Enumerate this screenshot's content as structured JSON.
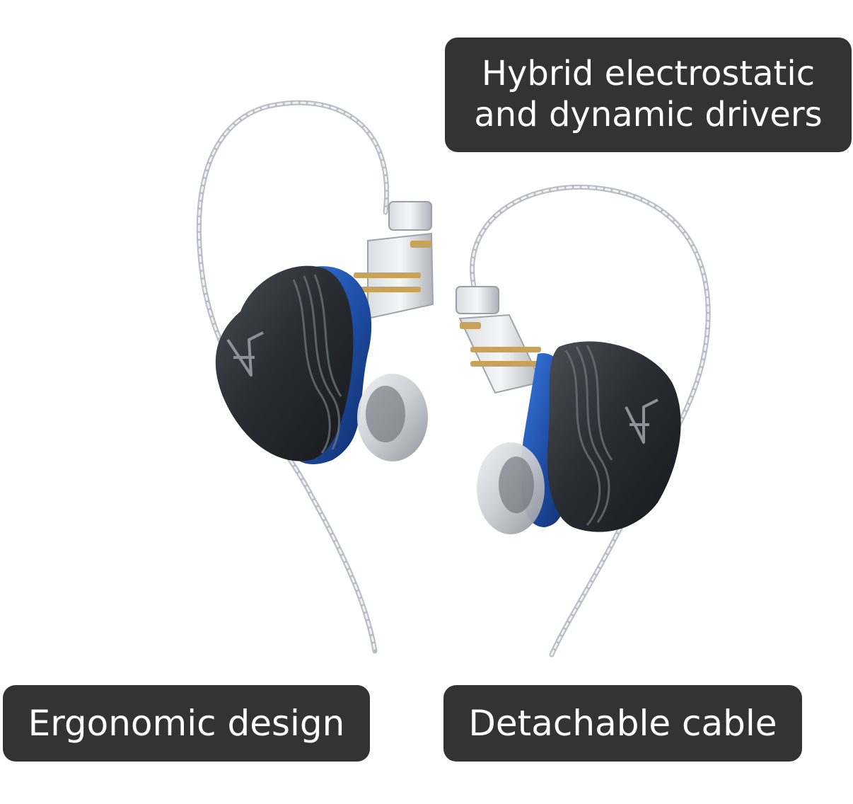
{
  "callouts": {
    "drivers": {
      "line1": "Hybrid electrostatic",
      "line2": "and dynamic drivers"
    },
    "ergonomic": {
      "label": "Ergonomic design"
    },
    "cable": {
      "label": "Detachable cable"
    }
  },
  "product": {
    "logo_icon": "kz-logo-icon",
    "shell_color": "#2a2d33",
    "accent_color": "#1f4fa8",
    "cable_color": "#c9ccd2",
    "connector_color": "#c9a25a"
  }
}
